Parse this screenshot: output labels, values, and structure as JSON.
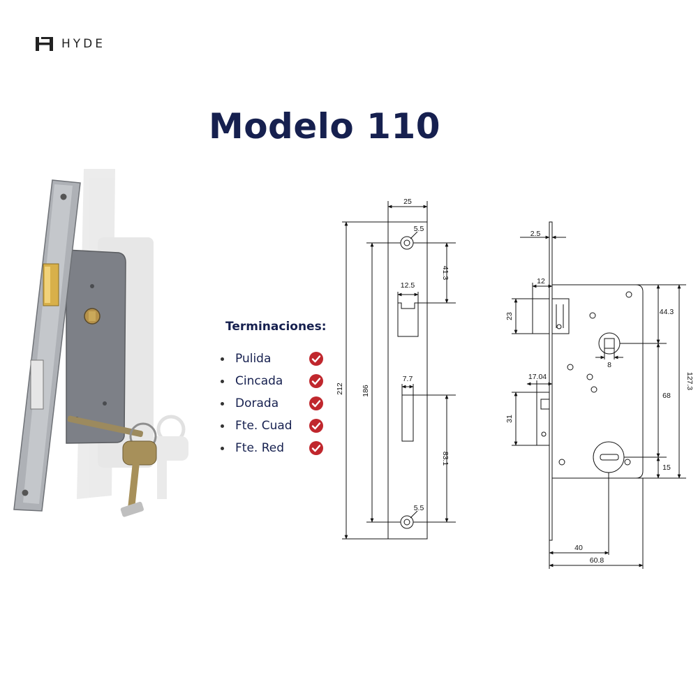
{
  "brand": {
    "name": "HYDE",
    "logo_icon": "h-logo-icon"
  },
  "title": "Modelo 110",
  "finishes": {
    "heading": "Terminaciones:",
    "items": [
      {
        "label": "Pulida",
        "icon": "check-circle-icon"
      },
      {
        "label": "Cincada",
        "icon": "check-circle-icon"
      },
      {
        "label": "Dorada",
        "icon": "check-circle-icon"
      },
      {
        "label": "Fte. Cuad",
        "icon": "check-circle-icon"
      },
      {
        "label": "Fte. Red",
        "icon": "check-circle-icon"
      }
    ],
    "check_color": "#c0272d"
  },
  "front_view": {
    "width": "25",
    "screw_hole_top": "5.5",
    "screw_hole_bottom": "5.5",
    "latch_width": "12.5",
    "bolt_width": "7.7",
    "overall_height": "212",
    "hole_spacing": "186",
    "top_to_latch": "41.3",
    "bolt_to_bottom": "83.1"
  },
  "side_view": {
    "faceplate_thickness": "2.5",
    "latch_depth": "12",
    "latch_height": "23",
    "bolt_depth": "17.04",
    "bolt_height": "31",
    "top_to_follower": "44.3",
    "follower_to_keyhole": "68",
    "keyhole_to_bottom": "15",
    "case_height": "127.3",
    "follower_size": "8",
    "backset": "40",
    "case_depth": "60.8"
  }
}
